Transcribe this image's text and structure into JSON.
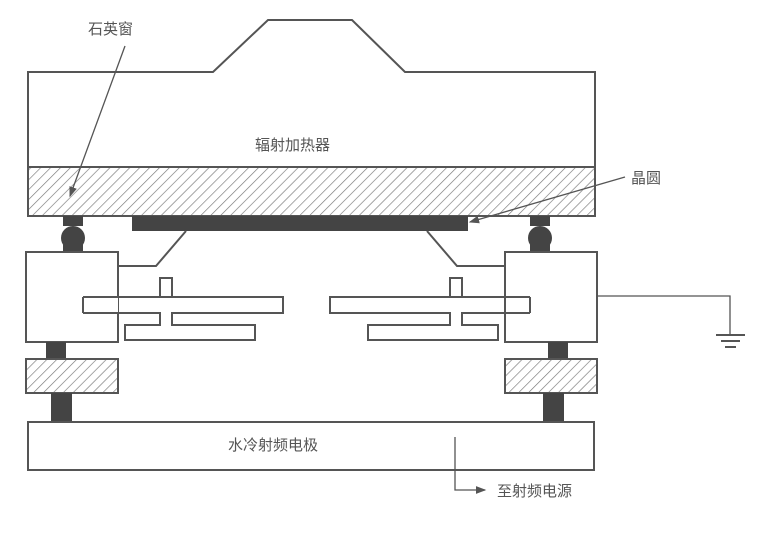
{
  "labels": {
    "quartz_window": "石英窗",
    "radiant_heater": "辐射加热器",
    "wafer": "晶圆",
    "water_cooled_rf_electrode": "水冷射频电极",
    "to_rf_power": "至射频电源"
  },
  "colors": {
    "line": "#555555",
    "solid": "#444444"
  }
}
